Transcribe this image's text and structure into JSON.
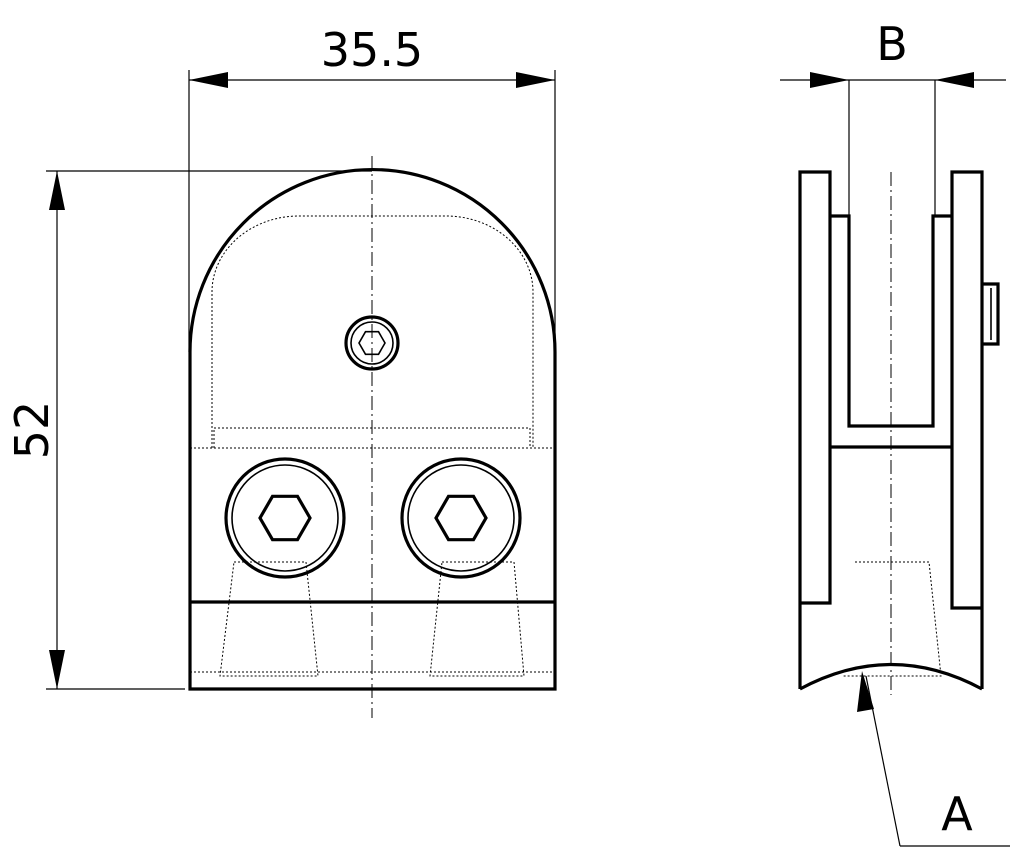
{
  "dimensions": {
    "width_label": "35.5",
    "height_label": "52",
    "b_label": "B",
    "a_label": "A"
  },
  "colors": {
    "line": "#000000",
    "background": "#ffffff"
  }
}
